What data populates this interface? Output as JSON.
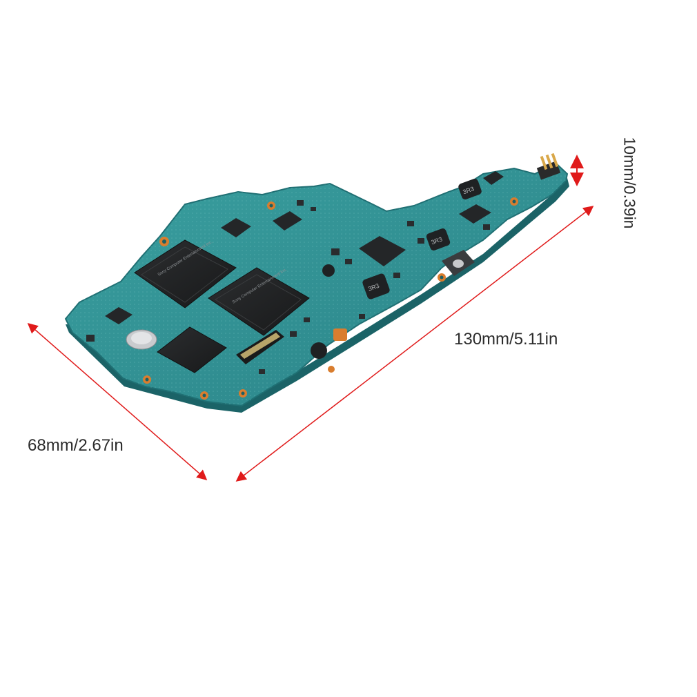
{
  "dimensions": {
    "length_label": "130mm/5.11in",
    "width_label": "68mm/2.67in",
    "height_label": "10mm/0.39in"
  },
  "colors": {
    "background": "#ffffff",
    "arrow": "#e01a1a",
    "board": "#2f8f92",
    "board_edge": "#1f6f73",
    "chip": "#222426",
    "pad": "#d97d2e",
    "text": "#2b2b2b"
  },
  "chip_markings": {
    "main_chip": "Sony Computer Entertainment Inc.",
    "second_chip": "Sony Computer Entertainment Inc.",
    "inductor_1": "3R3",
    "inductor_2": "3R3",
    "inductor_3": "3R3"
  }
}
